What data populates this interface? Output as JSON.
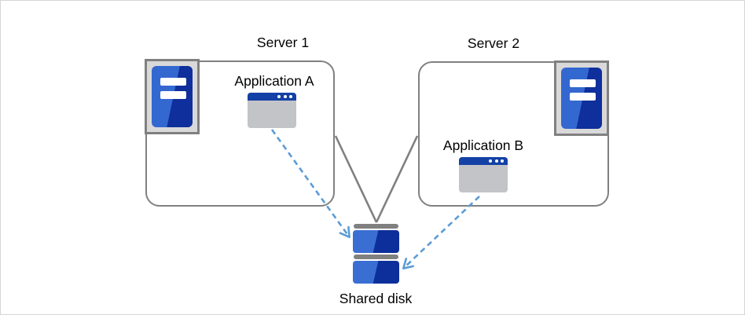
{
  "diagram": {
    "nodes": {
      "server1": {
        "label": "Server 1",
        "type": "server-group"
      },
      "server2": {
        "label": "Server 2",
        "type": "server-group"
      },
      "app_a": {
        "label": "Application A",
        "type": "application"
      },
      "app_b": {
        "label": "Application B",
        "type": "application"
      },
      "shared_disk": {
        "label": "Shared disk",
        "type": "disk"
      }
    },
    "edges": [
      {
        "from": "server1",
        "to": "shared_disk",
        "style": "solid-gray-line"
      },
      {
        "from": "server2",
        "to": "shared_disk",
        "style": "solid-gray-line"
      },
      {
        "from": "app_a",
        "to": "shared_disk",
        "style": "dashed-blue-arrow"
      },
      {
        "from": "app_b",
        "to": "shared_disk",
        "style": "dashed-blue-arrow"
      }
    ],
    "colors": {
      "box_border_gray": "#808080",
      "solid_line_gray": "#808080",
      "dashed_arrow_blue": "#5b9bd5",
      "icon_blue_light": "#3468d1",
      "icon_blue_dark": "#0e2f9c",
      "app_titlebar_blue": "#1341a5",
      "app_body_gray": "#c3c4c8",
      "server_icon_bg_gray": "#d9d9d9",
      "label_text": "#000000",
      "background": "#ffffff"
    }
  }
}
